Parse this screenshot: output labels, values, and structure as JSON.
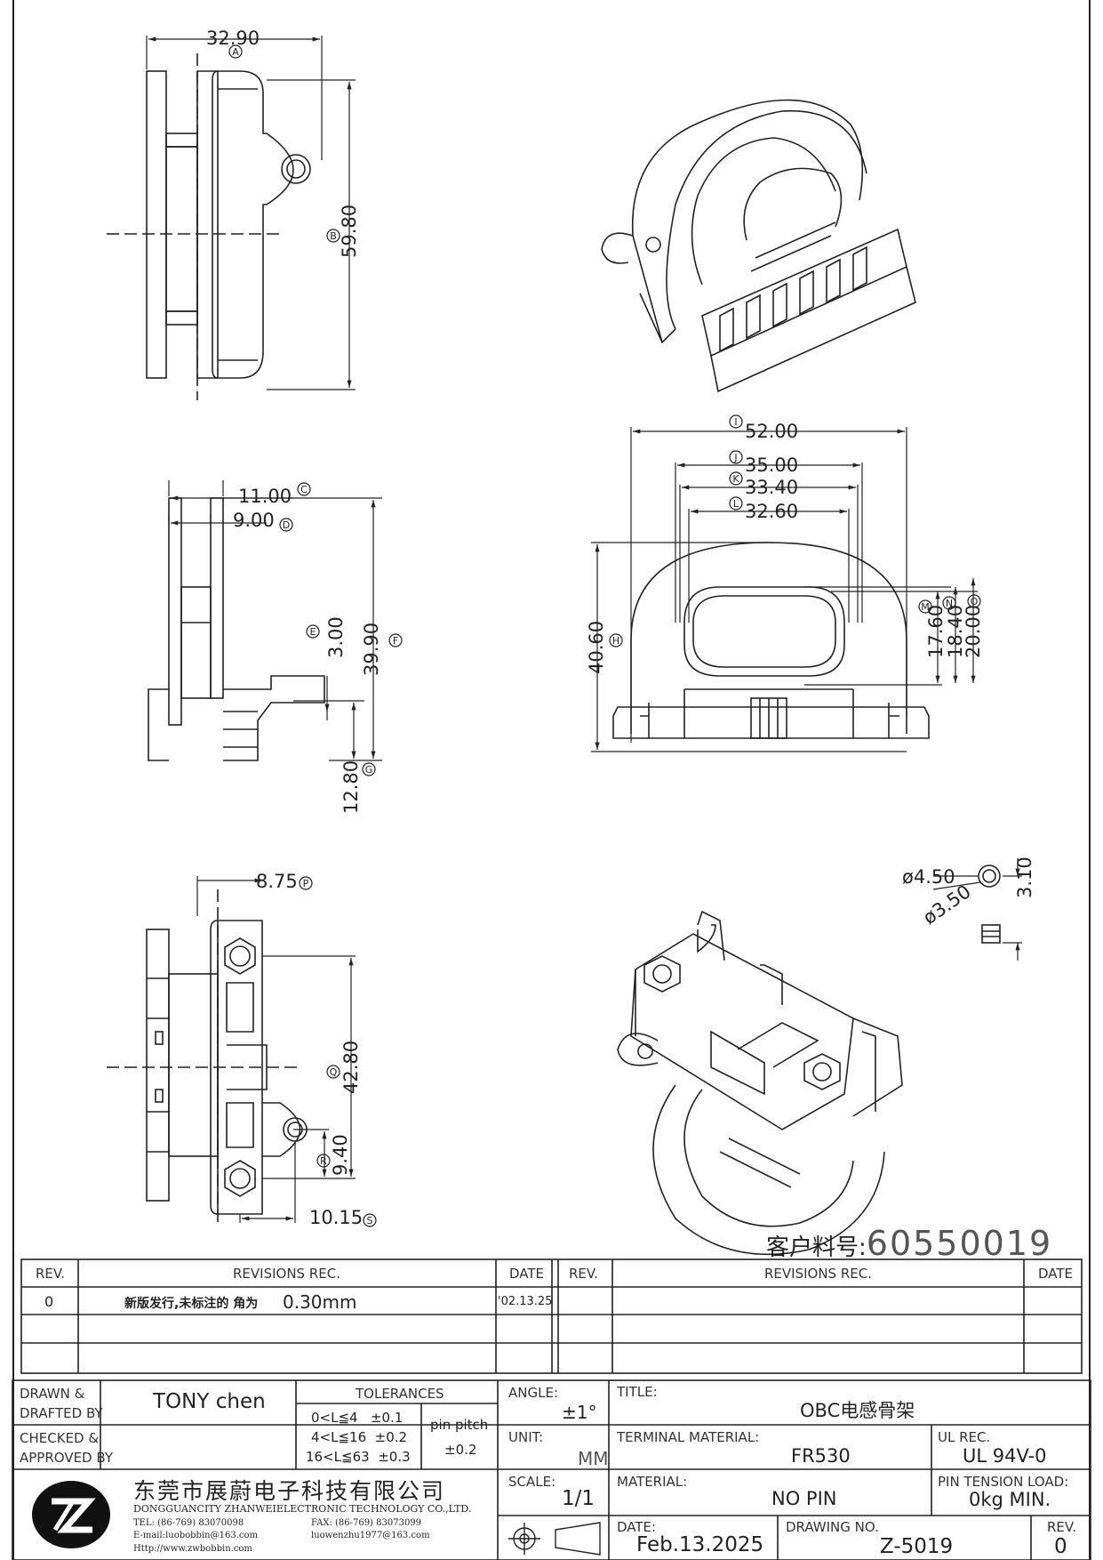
{
  "customer_part": {
    "label": "客户料号:",
    "number": "60550019"
  },
  "dimensions": {
    "A": "32.90",
    "B": "59.80",
    "C": "11.00",
    "D": "9.00",
    "E": "3.00",
    "F": "39.90",
    "G": "12.80",
    "H": "40.60",
    "I": "52.00",
    "J": "35.00",
    "K": "33.40",
    "L": "32.60",
    "M": "17.60",
    "N": "18.40",
    "O": "20.00",
    "P": "8.75",
    "Q": "42.80",
    "R": "9.40",
    "S": "10.15",
    "pin_outer": "ø4.50",
    "pin_inner": "ø3.50",
    "pin_height": "3.10"
  },
  "revisions": {
    "headers": {
      "rev": "REV.",
      "rec": "REVISIONS   REC.",
      "date": "DATE"
    },
    "rows": [
      {
        "rev": "0",
        "rec": "新版发行,未标注的  角为",
        "rec_value": "0.30mm",
        "date": "'02.13.25"
      }
    ]
  },
  "title_block": {
    "drawn_label": "DRAWN &\nDRAFTED BY",
    "drawn_by": "TONY  chen",
    "checked_label": "CHECKED &\nAPPROVED BY",
    "tolerances_label": "TOLERANCES",
    "tolerances": [
      {
        "range": "0<L≦4",
        "tol": "±0.1"
      },
      {
        "range": "4<L≦16",
        "tol": "±0.2"
      },
      {
        "range": "16<L≦63",
        "tol": "±0.3"
      }
    ],
    "pin_pitch_label": "pin  pitch",
    "pin_pitch_tol": "±0.2",
    "angle_label": "ANGLE:",
    "angle": "±1°",
    "unit_label": "UNIT:",
    "unit": "MM",
    "scale_label": "SCALE:",
    "scale": "1/1",
    "title_label": "TITLE:",
    "title": "OBC电感骨架",
    "terminal_material_label": "TERMINAL  MATERIAL:",
    "terminal_material": "FR530",
    "ul_label": "UL  REC.",
    "ul": "UL  94V-0",
    "material_label": "MATERIAL:",
    "material": "NO  PIN",
    "pin_tension_label": "PIN  TENSION  LOAD:",
    "pin_tension": "0kg  MIN.",
    "date_label": "DATE:",
    "date": "Feb.13.2025",
    "drawing_no_label": "DRAWING  NO.",
    "drawing_no": "Z-5019",
    "rev_label": "REV.",
    "rev": "0"
  },
  "company": {
    "name_cn": "东莞市展蔚电子科技有限公司",
    "name_en": "DONGGUANCITY  ZHANWEIELECTRONIC  TECHNOLOGY  CO.,LTD.",
    "tel": "TEL: (86-769) 83070098",
    "fax": "FAX: (86-769) 83073099",
    "email1": "E-mail:luobobbin@163.com",
    "email2": "luowenzhu1977@163.com",
    "http": "Http://www.zwbobbin.com"
  }
}
